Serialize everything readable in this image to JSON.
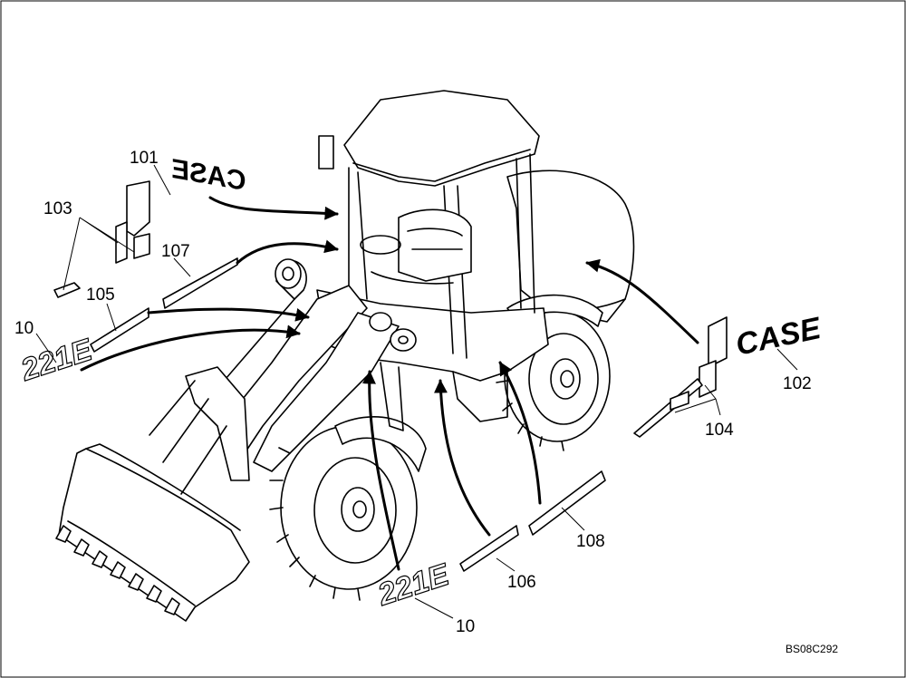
{
  "callouts": [
    {
      "id": "c101",
      "text": "101"
    },
    {
      "id": "c102",
      "text": "102"
    },
    {
      "id": "c103",
      "text": "103"
    },
    {
      "id": "c104",
      "text": "104"
    },
    {
      "id": "c105",
      "text": "105"
    },
    {
      "id": "c106",
      "text": "106"
    },
    {
      "id": "c107",
      "text": "107"
    },
    {
      "id": "c108",
      "text": "108"
    },
    {
      "id": "c10a",
      "text": "10"
    },
    {
      "id": "c10b",
      "text": "10"
    }
  ],
  "decals": {
    "model_logo": "221E",
    "brand_logo": "CASE"
  },
  "drawing_code": "BS08C292",
  "colors": {
    "ink": "#000000",
    "paper": "#ffffff",
    "decal_fill": "#d9d9d9"
  }
}
